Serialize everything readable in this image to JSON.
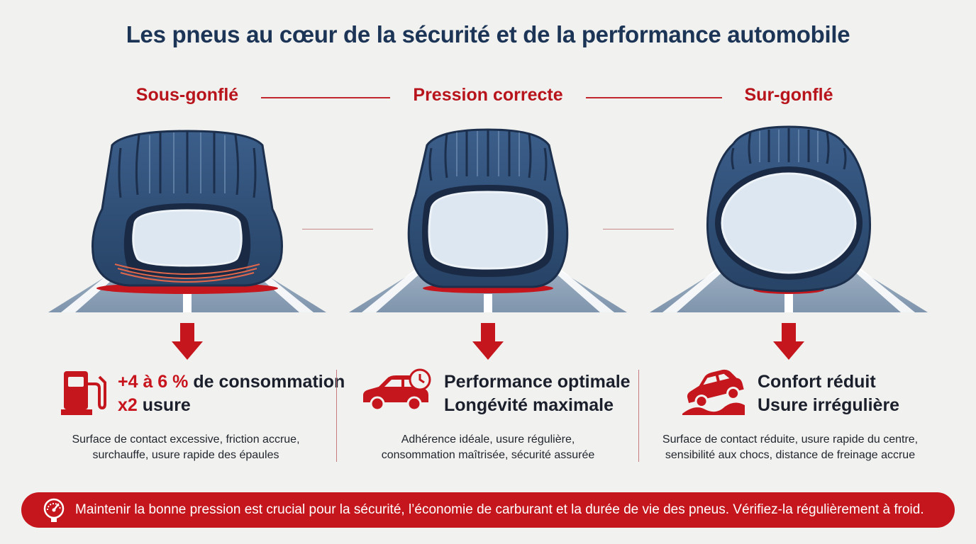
{
  "title": "Les pneus au cœur de la sécurité et de la performance automobile",
  "columns": [
    {
      "label": "Sous-gonflé",
      "stat_line1_red": "+4 à 6 %",
      "stat_line1_rest": " de consommation",
      "stat_line2_red": "x2",
      "stat_line2_rest": " usure",
      "desc_line1": "Surface de contact excessive, friction accrue,",
      "desc_line2": "surchauffe, usure rapide des épaules",
      "icon": "fuel-pump-icon"
    },
    {
      "label": "Pression correcte",
      "stat_line1": "Performance optimale",
      "stat_line2": "Longévité maximale",
      "desc_line1": "Adhérence idéale, usure régulière,",
      "desc_line2": "consommation maîtrisée, sécurité assurée",
      "icon": "car-clock-icon"
    },
    {
      "label": "Sur-gonflé",
      "stat_line1": "Confort réduit",
      "stat_line2": "Usure irrégulière",
      "desc_line1": "Surface de contact réduite, usure rapide du centre,",
      "desc_line2": "sensibilité aux chocs, distance de freinage accrue",
      "icon": "car-bumpy-road-icon"
    }
  ],
  "banner": {
    "text": "Maintenir la bonne pression est crucial pour la sécurité, l’économie de carburant et la durée de vie des pneus. Vérifiez-la régulièrement à froid.",
    "icon": "pressure-gauge-icon"
  },
  "colors": {
    "red": "#c4161c",
    "navy": "#1c3556",
    "tire": "#2f4d74",
    "road": "#8ea2b8"
  }
}
